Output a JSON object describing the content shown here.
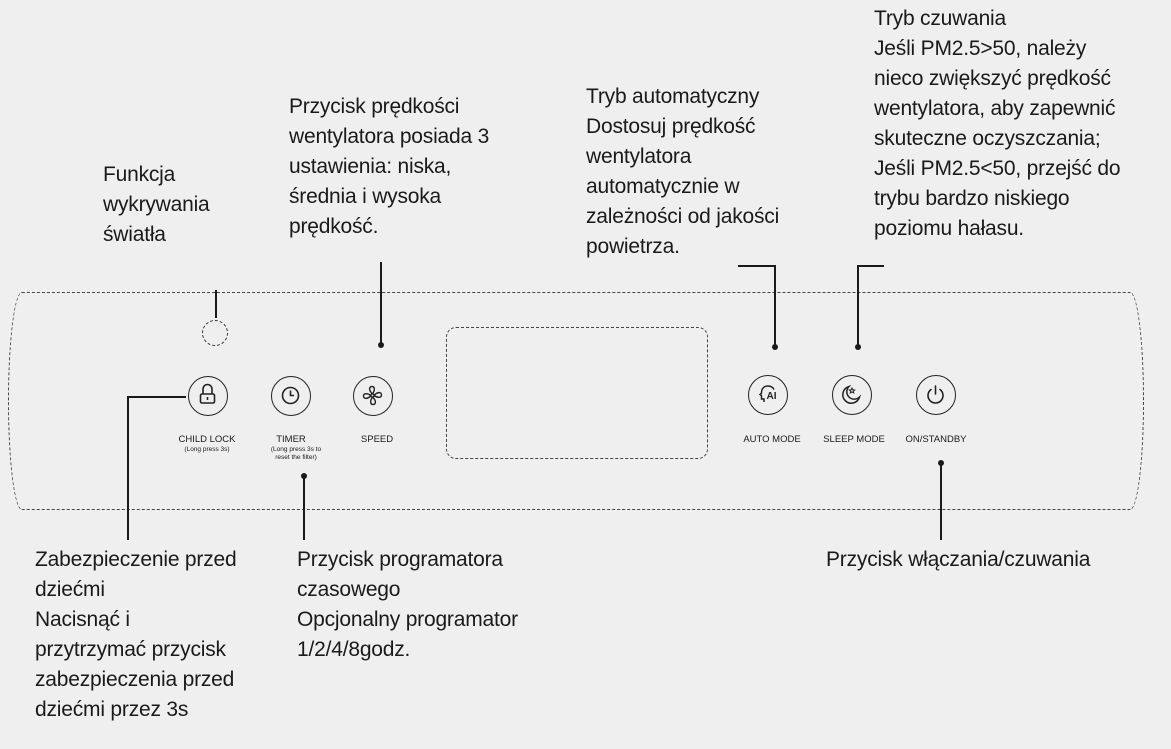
{
  "annotations": {
    "light_sensor": "Funkcja\nwykrywania\nświatła",
    "fan_speed": "Przycisk prędkości\nwentylatora posiada 3\nustawienia: niska,\nśrednia i wysoka\nprędkość.",
    "auto_mode": "Tryb automatyczny\nDostosuj prędkość\nwentylatora\nautomatycznie w\nzależności od jakości\npowietrza.",
    "sleep_mode": "Tryb czuwania\nJeśli PM2.5>50, należy\nnieco zwiększyć prędkość\nwentylatora, aby zapewnić\nskuteczne  oczyszczania;\nJeśli PM2.5<50, przejść do\ntrybu bardzo niskiego\npoziomu hałasu.",
    "child_lock": "Zabezpieczenie przed\ndziećmi\nNacisnąć i\nprzytrzymać przycisk\nzabezpieczenia przed\ndziećmi przez 3s",
    "timer": "Przycisk programatora\nczasowego\nOpcjonalny programator\n1/2/4/8godz.",
    "power": "Przycisk włączania/czuwania"
  },
  "buttons": {
    "child_lock": {
      "label": "CHILD LOCK",
      "sub": "(Long press 3s)",
      "icon": "lock-icon"
    },
    "timer": {
      "label": "TIMER",
      "sub": "(Long press 3s to\nreset the filter)",
      "icon": "clock-icon"
    },
    "speed": {
      "label": "SPEED",
      "icon": "fan-icon"
    },
    "auto_mode": {
      "label": "AUTO MODE",
      "icon": "ai-head-icon"
    },
    "sleep_mode": {
      "label": "SLEEP MODE",
      "icon": "moon-star-icon"
    },
    "on_standby": {
      "label": "ON/STANDBY",
      "icon": "power-icon"
    }
  }
}
